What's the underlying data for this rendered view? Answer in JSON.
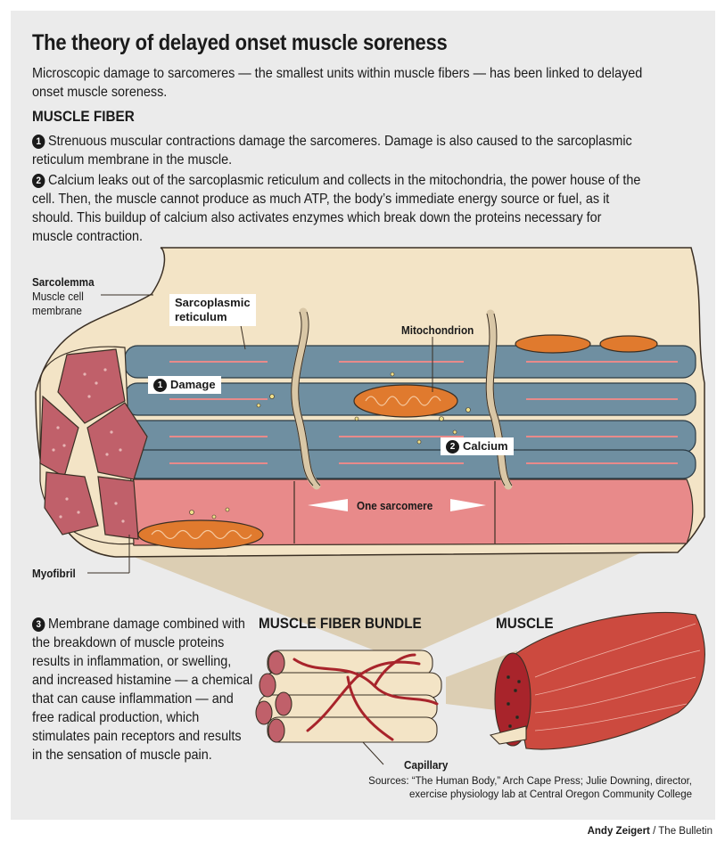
{
  "title": "The theory of delayed onset muscle soreness",
  "intro": "Microscopic damage to sarcomeres — the smallest units within muscle fibers — has been linked to delayed onset muscle soreness.",
  "section_heading": "MUSCLE FIBER",
  "steps": [
    {
      "number": "1",
      "text": "Strenuous muscular contractions damage the sarcomeres. Damage is also caused to the sarcoplasmic reticulum membrane in the muscle."
    },
    {
      "number": "2",
      "text": "Calcium leaks out of the sarcoplasmic reticulum and collects in the mitochondria, the power house of the cell. Then, the muscle cannot produce as much ATP, the body’s immediate energy source or fuel, as it should. This buildup of calcium also activates enzymes which break down the proteins necessary for muscle contraction."
    },
    {
      "number": "3",
      "text": "Membrane damage combined with the breakdown of muscle proteins results in inflammation, or swelling, and increased histamine — a chemical that can cause inflammation — and free radical production, which stimulates pain receptors and results in the sensation of muscle pain."
    }
  ],
  "labels": {
    "sarcolemma": "Sarcolemma",
    "sarcolemma_desc_1": "Muscle cell",
    "sarcolemma_desc_2": "membrane",
    "sarcoplasmic_1": "Sarcoplasmic",
    "sarcoplasmic_2": "reticulum",
    "mitochondrion": "Mitochondrion",
    "damage": "Damage",
    "calcium": "Calcium",
    "one_sarcomere": "One sarcomere",
    "myofibril": "Myofibril",
    "capillary": "Capillary"
  },
  "subheads": {
    "bundle": "MUSCLE FIBER BUNDLE",
    "muscle": "MUSCLE"
  },
  "sources": {
    "line1": "Sources: “The Human Body,” Arch Cape Press; Julie Downing, director,",
    "line2": "exercise physiology lab at Central Oregon Community College"
  },
  "credit": {
    "author": "Andy Zeigert",
    "outlet": " / The Bulletin"
  },
  "colors": {
    "panel": "#ebebeb",
    "sarcolemma": "#f3e4c6",
    "myofibril_blue": "#6f8fa1",
    "sarcomere_pink": "#e88a8a",
    "mitochondria_orange": "#e07a2e",
    "reticulum_tan": "#d9c7a6",
    "capillary_red": "#a8242b",
    "muscle_red": "#cc4a3f"
  }
}
